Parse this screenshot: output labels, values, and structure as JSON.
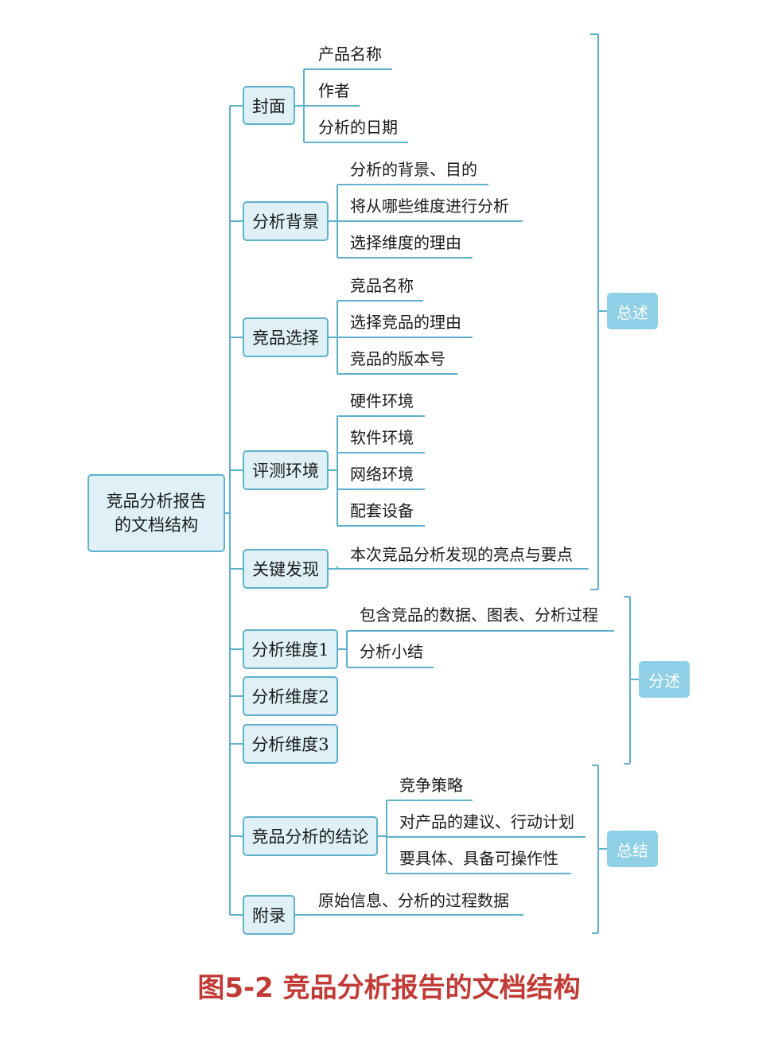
{
  "root": {
    "line1": "竞品分析报告",
    "line2": "的文档结构"
  },
  "sections": [
    {
      "label": "封面",
      "items": [
        "产品名称",
        "作者",
        "分析的日期"
      ]
    },
    {
      "label": "分析背景",
      "items": [
        "分析的背景、目的",
        "将从哪些维度进行分析",
        "选择维度的理由"
      ]
    },
    {
      "label": "竞品选择",
      "items": [
        "竞品名称",
        "选择竞品的理由",
        "竞品的版本号"
      ]
    },
    {
      "label": "评测环境",
      "items": [
        "硬件环境",
        "软件环境",
        "网络环境",
        "配套设备"
      ]
    },
    {
      "label": "关键发现",
      "items": [
        "本次竞品分析发现的亮点与要点"
      ]
    },
    {
      "label": "分析维度1",
      "items": [
        "包含竞品的数据、图表、分析过程",
        "分析小结"
      ]
    },
    {
      "label": "分析维度2",
      "items": []
    },
    {
      "label": "分析维度3",
      "items": []
    },
    {
      "label": "竞品分析的结论",
      "items": [
        "竞争策略",
        "对产品的建议、行动计划",
        "要具体、具备可操作性"
      ]
    },
    {
      "label": "附录",
      "items": [
        "原始信息、分析的过程数据"
      ]
    }
  ],
  "groups": [
    {
      "label": "总述"
    },
    {
      "label": "分述"
    },
    {
      "label": "总结"
    }
  ],
  "caption": "图5-2 竞品分析报告的文档结构",
  "colors": {
    "line": "#5fb1cc",
    "box_fill": "#dff1f7",
    "summary_fill": "#8fd0e6",
    "caption": "#c23a35"
  }
}
